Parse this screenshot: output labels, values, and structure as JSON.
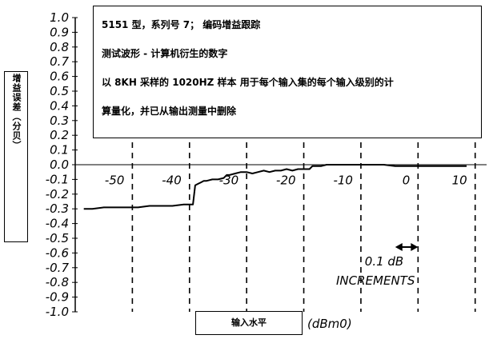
{
  "chart_data": {
    "type": "line",
    "title": "",
    "ylabel": "增益误差（分贝）",
    "xlabel": "输入水平",
    "xunit": "(dBm0)",
    "xlim": [
      -60,
      12
    ],
    "ylim": [
      -1.0,
      1.0
    ],
    "y_ticks": [
      "1.0",
      "0.9",
      "0.8",
      "0.7",
      "0.6",
      "0.5",
      "0.4",
      "0.3",
      "0.2",
      "0.1",
      "0.0",
      "-0.1",
      "-0.2",
      "-0.3",
      "-0.4",
      "-0.5",
      "-0.6",
      "-0.7",
      "-0.8",
      "-0.9",
      "-1.0"
    ],
    "x_ticks": [
      {
        "value": -50,
        "label": "-50"
      },
      {
        "value": -40,
        "label": "-40"
      },
      {
        "value": -30,
        "label": "-30"
      },
      {
        "value": -20,
        "label": "-20"
      },
      {
        "value": -10,
        "label": "-10"
      },
      {
        "value": 0,
        "label": "0"
      },
      {
        "value": 10,
        "label": "10"
      }
    ],
    "grid": "vertical-dashed",
    "series": [
      {
        "x": [
          -58.5,
          -57,
          -55,
          -53,
          -51,
          -49,
          -47,
          -45,
          -43,
          -41,
          -39.8,
          -39.4,
          -39,
          -38.5,
          -38,
          -37.5,
          -37,
          -36,
          -35,
          -34,
          -33.5,
          -33,
          -32,
          -31,
          -30,
          -29,
          -28,
          -27,
          -26,
          -25,
          -24,
          -23,
          -22,
          -21,
          -20,
          -19.5,
          -19,
          -18.5,
          -18,
          -17,
          -16,
          -14,
          -12,
          -10,
          -8,
          -6,
          -4,
          -2,
          0,
          2,
          4,
          6,
          8,
          8.5
        ],
        "y": [
          -0.3,
          -0.3,
          -0.29,
          -0.29,
          -0.29,
          -0.29,
          -0.28,
          -0.28,
          -0.28,
          -0.27,
          -0.27,
          -0.27,
          -0.14,
          -0.13,
          -0.12,
          -0.11,
          -0.11,
          -0.1,
          -0.1,
          -0.09,
          -0.07,
          -0.07,
          -0.06,
          -0.05,
          -0.05,
          -0.06,
          -0.05,
          -0.04,
          -0.05,
          -0.04,
          -0.04,
          -0.03,
          -0.04,
          -0.03,
          -0.03,
          -0.03,
          -0.03,
          -0.01,
          -0.01,
          -0.01,
          0.0,
          0.0,
          0.0,
          0.0,
          0.0,
          0.0,
          -0.01,
          -0.01,
          -0.01,
          -0.01,
          -0.01,
          -0.01,
          -0.01,
          -0.01
        ]
      }
    ],
    "notes": [
      "5151 型，系列号 7；  编码增益跟踪",
      "测试波形 - 计算机衍生的数字",
      "以 8KH 采样的 1020HZ 样本 用于每个输入集的每个输入级别的计",
      "算量化，并已从输出测量中删除"
    ],
    "annotation": {
      "increment_label": "0.1 dB",
      "increments_text": "INCREMENTS",
      "from": -4,
      "to": 0
    }
  }
}
